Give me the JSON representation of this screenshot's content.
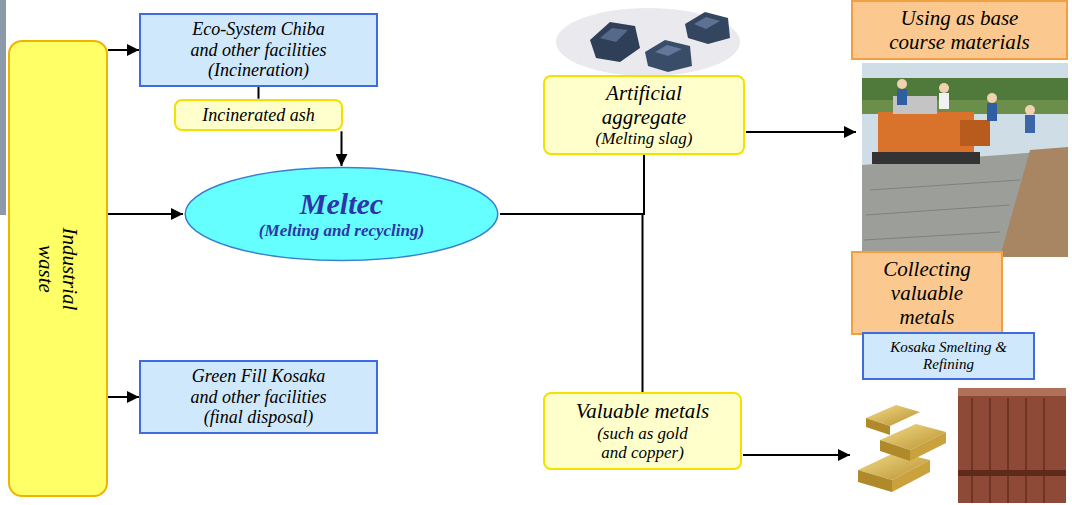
{
  "diagram": {
    "nodes": [
      {
        "text": [
          "Industrial waste"
        ]
      },
      {
        "text": [
          "Eco-System Chiba and other facilities",
          "(Incineration)"
        ]
      },
      {
        "text": [
          "Incinerated ash"
        ]
      },
      {
        "text": [
          "Meltec",
          "(Melting and recycling)"
        ]
      },
      {
        "text": [
          "Green Fill Kosaka and other facilities",
          "(final disposal)"
        ]
      },
      {
        "text": [
          "Artificial aggregate",
          "(Melting slag)"
        ]
      },
      {
        "text": [
          "Valuable metals",
          "(such as gold and copper)"
        ]
      },
      {
        "text": [
          "Using as base course materials"
        ]
      },
      {
        "text": [
          "Collecting valuable metals"
        ]
      },
      {
        "text": [
          "Kosaka Smelting & Refining"
        ]
      }
    ],
    "edges": [
      {
        "from": 0,
        "to": 1,
        "arrow": "to"
      },
      {
        "from": 0,
        "to": 3,
        "arrow": "to"
      },
      {
        "from": 0,
        "to": 4,
        "arrow": "to"
      },
      {
        "from": 1,
        "to": 2,
        "arrow": "none"
      },
      {
        "from": 2,
        "to": 3,
        "arrow": "to"
      },
      {
        "from": 3,
        "to": 5,
        "arrow": "none"
      },
      {
        "from": 3,
        "to": 6,
        "arrow": "none"
      }
    ]
  }
}
